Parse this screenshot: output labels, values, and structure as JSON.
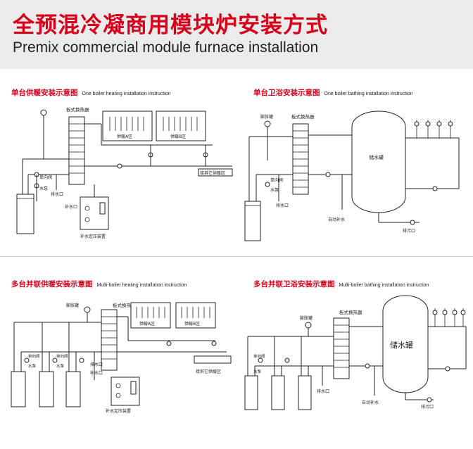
{
  "header": {
    "title_cn": "全预混冷凝商用模块炉安装方式",
    "title_en": "Premix commercial module furnace installation"
  },
  "panels": {
    "p1": {
      "title_cn": "单台供暖安装示意图",
      "title_en": "One boiler heating installation instruction",
      "labels": {
        "exchanger": "板式换热器",
        "area_a": "供暖A区",
        "area_b": "供暖B区",
        "connect": "接其它供暖区",
        "check_valve": "单向阀",
        "pump": "水泵",
        "drain": "排水口",
        "refill": "补水口",
        "pressure_unit": "补水定压装置"
      }
    },
    "p2": {
      "title_cn": "单台卫浴安装示意图",
      "title_en": "One boiler bathing installation instruction",
      "labels": {
        "expansion": "膨胀罐",
        "exchanger": "板式换热器",
        "tank": "储水罐",
        "check_valve": "单向阀",
        "pump": "水泵",
        "drain": "排水口",
        "auto_refill": "自动补水",
        "sewage": "排污口"
      }
    },
    "p3": {
      "title_cn": "多台并联供暖安装示意图",
      "title_en": "Multi-boiler heating installation instruction",
      "labels": {
        "expansion": "膨胀罐",
        "exchanger": "板式换热器",
        "area_a": "供暖A区",
        "area_b": "供暖B区",
        "connect": "接其它供暖区",
        "check_valve": "单向阀",
        "pump": "水泵",
        "drain": "排水口",
        "refill": "补水口",
        "pressure_unit": "补水定压装置"
      }
    },
    "p4": {
      "title_cn": "多台并联卫浴安装示意图",
      "title_en": "Multi-boiler bathing installation instruction",
      "labels": {
        "expansion": "膨胀罐",
        "exchanger": "板式换热器",
        "tank": "储水罐",
        "check_valve": "单向阀",
        "pump": "水泵",
        "drain": "排水口",
        "auto_refill": "自动补水",
        "sewage": "排污口"
      }
    }
  }
}
